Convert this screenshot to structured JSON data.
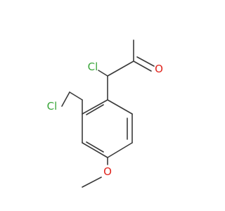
{
  "molecule": {
    "atoms": {
      "cl_top": {
        "label": "Cl",
        "color": "#3aa63a"
      },
      "o_carbonyl": {
        "label": "O",
        "color": "#e0231c"
      },
      "cl_side": {
        "label": "Cl",
        "color": "#3aa63a"
      },
      "o_methoxy": {
        "label": "O",
        "color": "#e0231c"
      }
    },
    "bond_color": "#3a3a3a",
    "background": "#ffffff"
  }
}
